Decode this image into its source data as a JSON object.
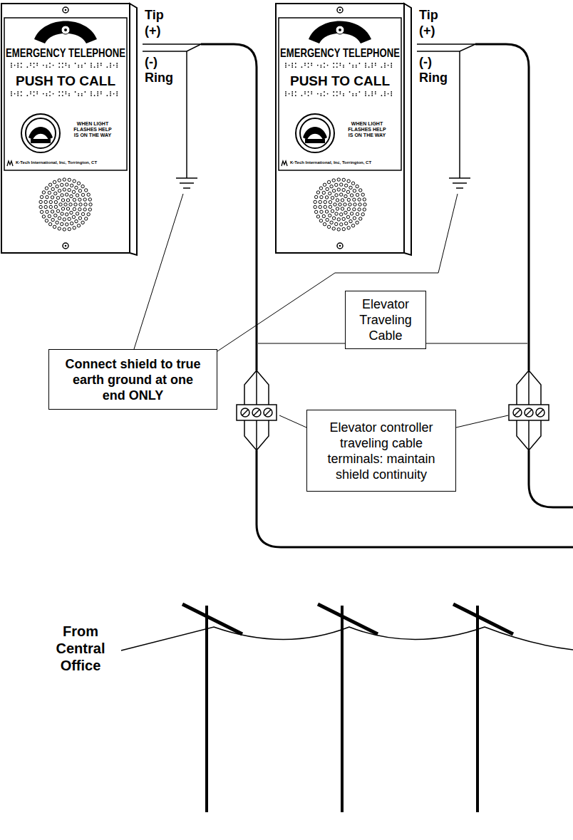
{
  "diagram": {
    "nodes": [
      {
        "text": [
          "EMERGENCY TELEPHONE",
          "PUSH TO CALL",
          "WHEN LIGHT FLASHES HELP IS ON THE WAY",
          "K-Tech International, Inc, Torrington, CT"
        ]
      },
      {
        "text": [
          "EMERGENCY TELEPHONE",
          "PUSH TO CALL",
          "WHEN LIGHT FLASHES HELP IS ON THE WAY",
          "K-Tech International, Inc, Torrington, CT"
        ]
      },
      {
        "text": [
          "Elevator Traveling Cable"
        ]
      },
      {
        "text": [
          "Connect shield to true earth ground at one end ONLY"
        ]
      },
      {
        "text": [
          "Elevator controller traveling cable terminals: maintain shield continuity"
        ]
      }
    ],
    "labels": [
      "Tip (+)",
      "(-) Ring",
      "Tip (+)",
      "(-) Ring",
      "From Central Office"
    ]
  }
}
